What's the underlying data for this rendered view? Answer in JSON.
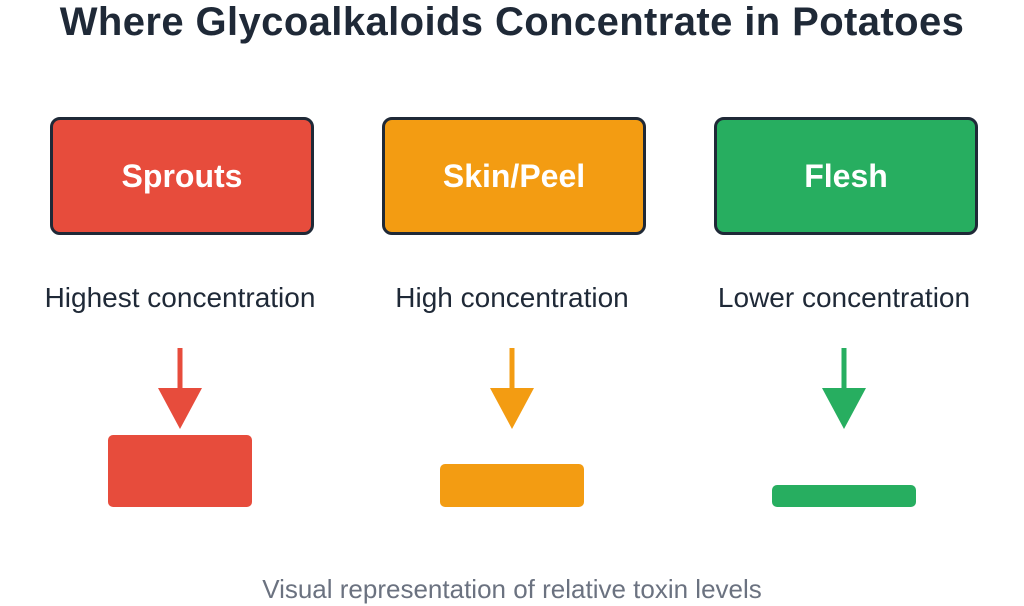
{
  "title": "Where Glycoalkaloids Concentrate in Potatoes",
  "parts": [
    {
      "name": "Sprouts",
      "concentration": "Highest concentration",
      "color": "#e74c3c",
      "relative_level": 1.0
    },
    {
      "name": "Skin/Peel",
      "concentration": "High concentration",
      "color": "#f39c12",
      "relative_level": 0.6
    },
    {
      "name": "Flesh",
      "concentration": "Lower concentration",
      "color": "#27ae60",
      "relative_level": 0.3
    }
  ],
  "caption": "Visual representation of relative toxin levels"
}
